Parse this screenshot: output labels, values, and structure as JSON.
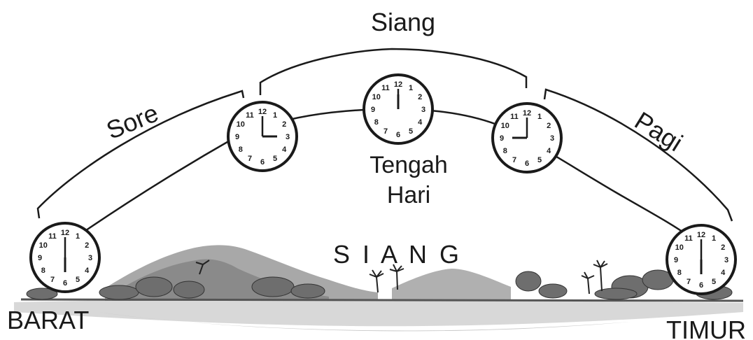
{
  "labels": {
    "siang_top": "Siang",
    "sore": "Sore",
    "pagi": "Pagi",
    "tengah_line1": "Tengah",
    "tengah_line2": "Hari",
    "siang_ground": "S I A N G",
    "barat": "BARAT",
    "timur": "TIMUR"
  },
  "clocks": [
    {
      "name": "clock-west-sunset",
      "time": "6:00"
    },
    {
      "name": "clock-afternoon",
      "time": "3:00"
    },
    {
      "name": "clock-noon",
      "time": "12:00"
    },
    {
      "name": "clock-morning",
      "time": "9:00"
    },
    {
      "name": "clock-east-sunrise",
      "time": "6:00"
    }
  ],
  "clock_numbers": [
    "12",
    "1",
    "2",
    "3",
    "4",
    "5",
    "6",
    "7",
    "8",
    "9",
    "10",
    "11"
  ],
  "colors": {
    "ink": "#1a1a1a",
    "ground_shadow": "#d3d3d3",
    "hills": "#9a9a9a",
    "bushes": "#6e6e6e"
  }
}
